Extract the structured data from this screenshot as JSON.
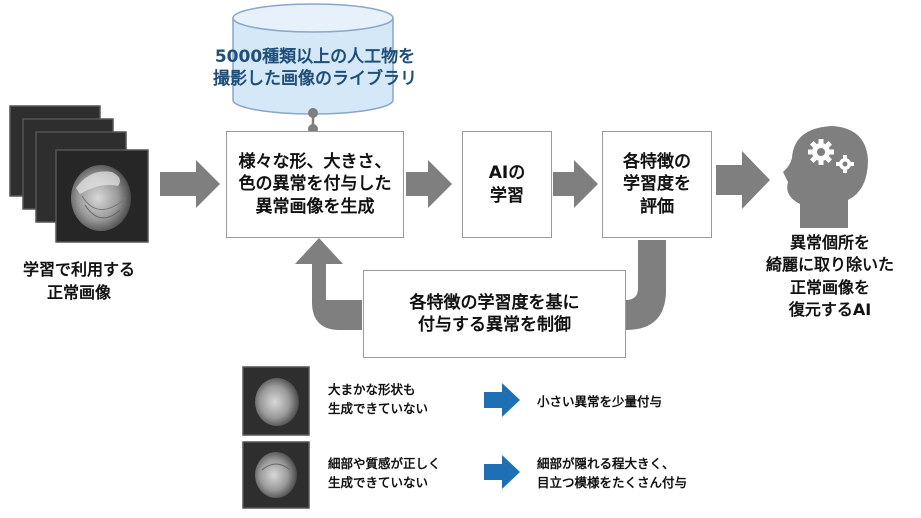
{
  "library": {
    "label": "5000種類以上の人工物を\n撮影した画像のライブラリ"
  },
  "training_images": {
    "label": "学習で利用する\n正常画像"
  },
  "generate_box": {
    "label": "様々な形、大きさ、\n色の異常を付与した\n異常画像を生成"
  },
  "ai_learning_box": {
    "label": "AIの\n学習"
  },
  "evaluate_box": {
    "label": "各特徴の\n学習度を\n評価"
  },
  "control_box": {
    "label": "各特徴の学習度を基に\n付与する異常を制御"
  },
  "result": {
    "label": "異常個所を\n綺麗に取り除いた\n正常画像を\n復元するAI"
  },
  "cases": [
    {
      "condition": "大まかな形状も\n生成できていない",
      "action": "小さい異常を少量付与"
    },
    {
      "condition": "細部や質感が正しく\n生成できていない",
      "action": "細部が隠れる程大きく、\n目立つ模様をたくさん付与"
    }
  ],
  "colors": {
    "arrow_gray": "#7f7f7f",
    "cylinder_fill": "#d4e8f8",
    "cylinder_stroke": "#8aa6c8",
    "title_blue": "#1f4e79",
    "arrow_blue": "#1f6fb5"
  }
}
